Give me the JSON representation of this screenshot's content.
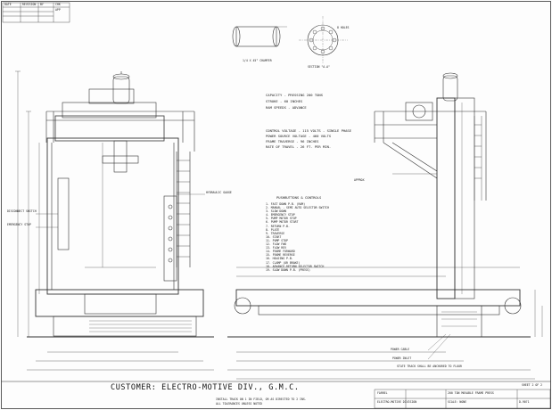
{
  "customer_label": "CUSTOMER: ELECTRO-MOTIVE DIV., G.M.C.",
  "sheet_label": "SHEET 2 OF 2",
  "notes": [
    "CAPACITY - PRESSING 200 TONS",
    "STROKE - 60 INCHES",
    "RAM SPEEDS - ADVANCE",
    "CONTROL VOLTAGE - 115 VOLTS - SINGLE PHASE",
    "POWER SOURCE VOLTAGE - 460 VOLTS",
    "FRAME TRAVERSE - 96 INCHES",
    "RATE OF TRAVEL - 26 FT. PER MIN."
  ],
  "pushbuttons_title": "PUSHBUTTONS & CONTROLS",
  "pushbuttons": [
    "1. FAST DOWN P.B. (RAM)",
    "2. MANUAL - SEMI AUTO SELECTOR SWITCH",
    "3. SLOW DOWN",
    "4. EMERGENCY STOP",
    "5. PUMP MOTOR STOP",
    "6. PUMP MOTOR START",
    "7. RETURN P.B.",
    "8. PLATE",
    "9. TRAVERSE",
    "10. START",
    "11. PUMP STOP",
    "12. FLOW FWD",
    "13. FLOW REV",
    "14. FRAME FORWARD",
    "15. FRAME REVERSE",
    "16. HOLDING P.B.",
    "17. CLAMP (OR BRAKE)",
    "18. ADVANCE-RETURN SELECTOR SWITCH",
    "19. SLOW DOWN P.B. (PRESS)"
  ],
  "callouts": {
    "disconnect": "DISCONNECT SWITCH",
    "emergency": "EMERGENCY STOP",
    "gauge": "HYDRAULIC GAUGE",
    "chamfer": "1/4 X 45° CHAMFER",
    "power_cable": "POWER CABLE",
    "power_inlet": "POWER INLET",
    "section": "SECTION \"A-A\"",
    "approx": "APPROX",
    "holes": "8 HOLES",
    "ref_note": "STATE TRACK SHALL BE ANCHORED TO FLOOR"
  },
  "notes_block": [
    "INSTALL TRACK ON 1 IN FIELD, OR AS DIRECTED TO 2 INS.",
    "ALL TOLERANCES UNLESS NOTED"
  ],
  "title_block": {
    "title": "200 TON MOVABLE FRAME PRESS",
    "company": "FARREL",
    "sub": "ELECTRO-MOTIVE DIVISION",
    "number": "D-9071",
    "scale": "SCALE: NONE"
  },
  "header_box": [
    "DATE",
    "REVISION",
    "BY",
    "CHK",
    "APP"
  ]
}
